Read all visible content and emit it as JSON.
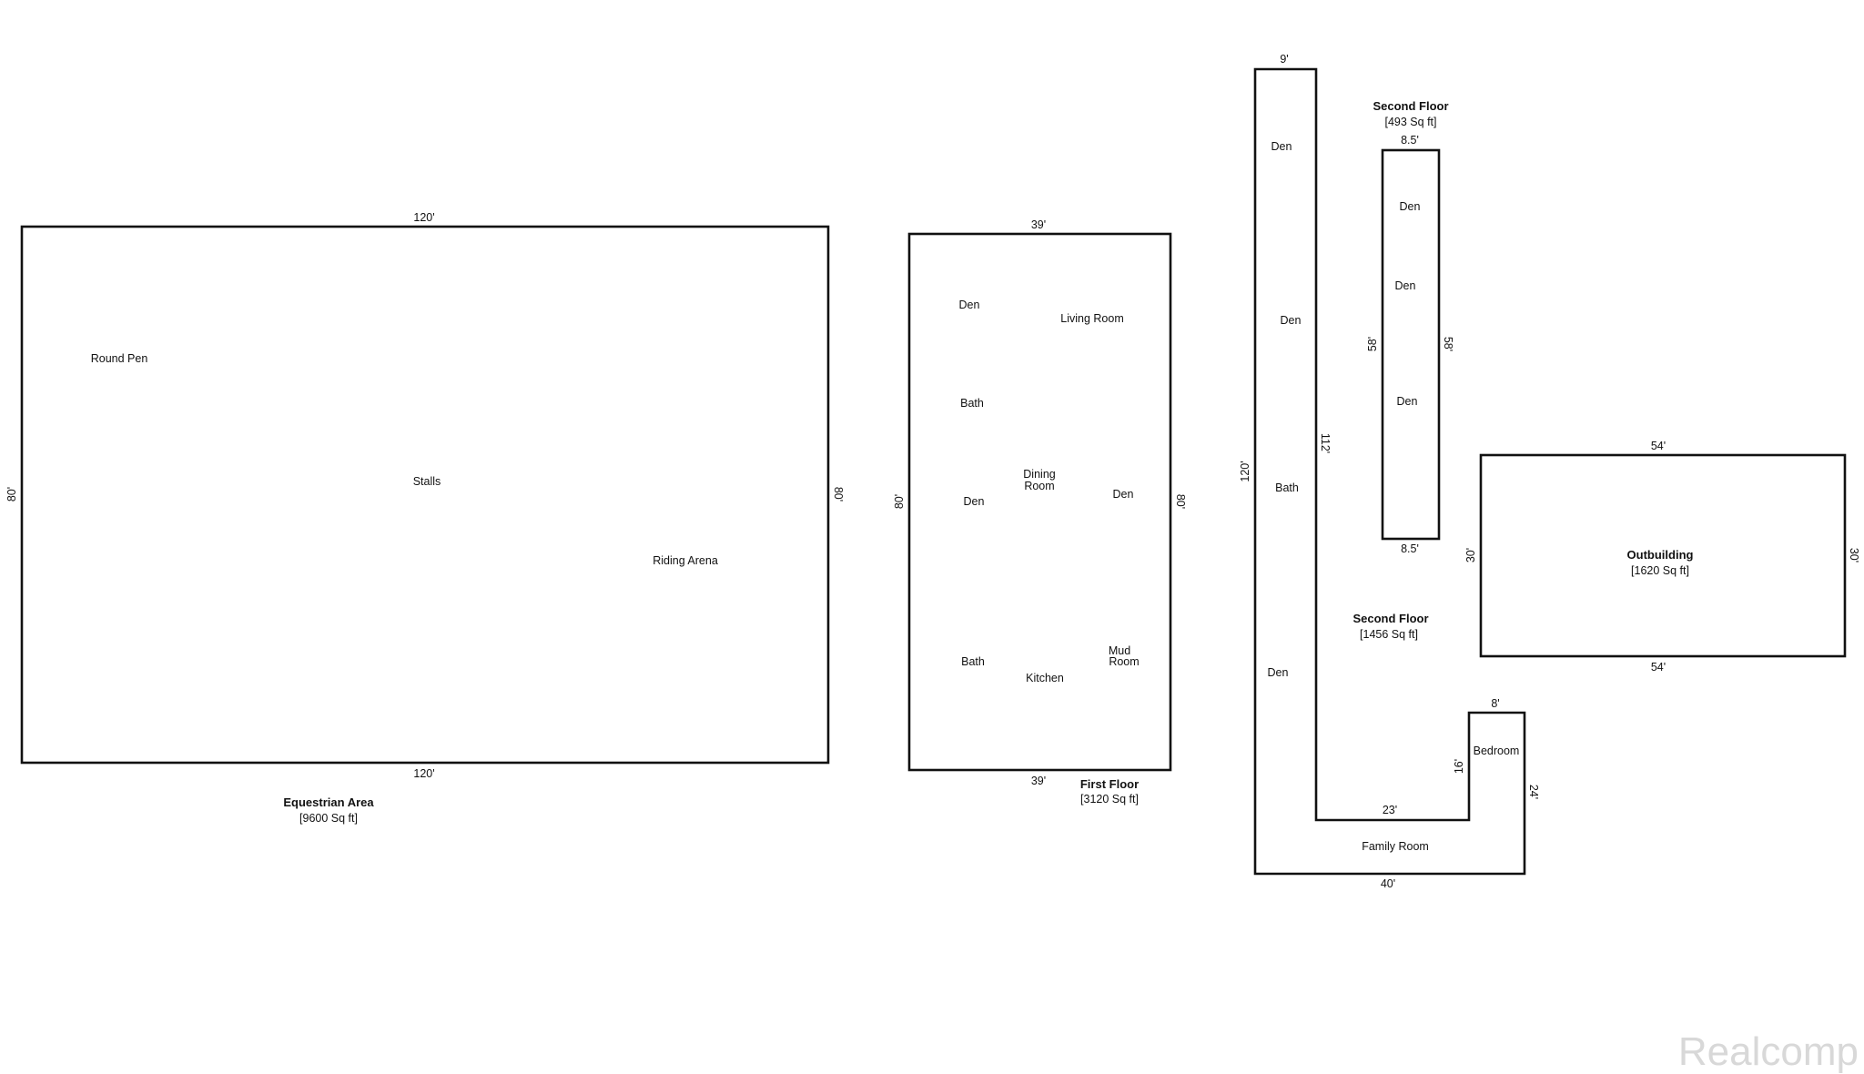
{
  "equestrian": {
    "title": "Equestrian Area",
    "area": "[9600 Sq ft]",
    "dims": {
      "top": "120'",
      "bottom": "120'",
      "left": "80'",
      "right": "80'"
    },
    "rooms": {
      "round_pen": "Round Pen",
      "stalls": "Stalls",
      "riding_arena": "Riding Arena"
    }
  },
  "first_floor": {
    "title": "First Floor",
    "area": "[3120 Sq ft]",
    "dims": {
      "top": "39'",
      "bottom": "39'",
      "left": "80'",
      "right": "80'"
    },
    "rooms": {
      "den1": "Den",
      "living_room": "Living Room",
      "bath1": "Bath",
      "dining_1": "Dining",
      "dining_2": "Room",
      "den2": "Den",
      "den3": "Den",
      "bath2": "Bath",
      "kitchen": "Kitchen",
      "mud_1": "Mud",
      "mud_2": "Room"
    }
  },
  "second_floor_large": {
    "title": "Second Floor",
    "area": "[1456 Sq ft]",
    "dims": {
      "top": "9'",
      "left": "120'",
      "inner_right": "112'",
      "inner_bottom": "23'",
      "inner_step": "16'",
      "step_top": "8'",
      "right": "24'",
      "bottom": "40'"
    },
    "rooms": {
      "den1": "Den",
      "den2": "Den",
      "bath": "Bath",
      "den3": "Den",
      "bedroom": "Bedroom",
      "family_room": "Family Room"
    }
  },
  "second_floor_small": {
    "title": "Second Floor",
    "area": "[493 Sq ft]",
    "dims": {
      "top": "8.5'",
      "bottom": "8.5'",
      "left": "58'",
      "right": "58'"
    },
    "rooms": {
      "den1": "Den",
      "den2": "Den",
      "den3": "Den"
    }
  },
  "outbuilding": {
    "title": "Outbuilding",
    "area": "[1620 Sq ft]",
    "dims": {
      "top": "54'",
      "bottom": "54'",
      "left": "30'",
      "right": "30'"
    }
  },
  "watermark": "Realcomp"
}
